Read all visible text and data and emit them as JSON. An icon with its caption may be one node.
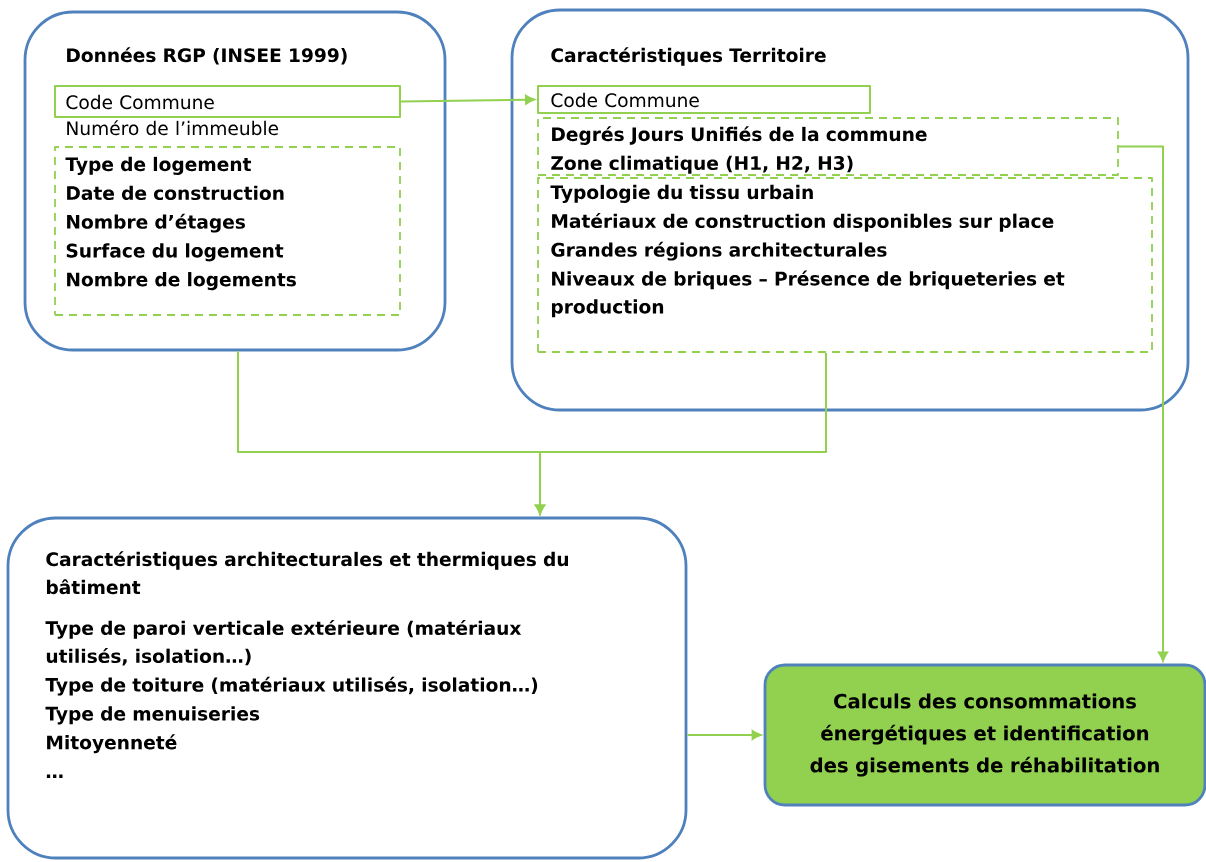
{
  "diagram": {
    "nodes": [
      {
        "text": [
          "Données RGP (INSEE 1999)",
          "Numéro de l’immeuble"
        ]
      },
      {
        "text": [
          "Code Commune"
        ],
        "in": 0
      },
      {
        "text": [
          "Type de logement",
          "Date de construction",
          "Nombre d’étages",
          "Surface du logement",
          "Nombre de logements"
        ],
        "in": 0
      },
      {
        "text": [
          "Caractéristiques Territoire"
        ]
      },
      {
        "text": [
          "Code Commune"
        ],
        "in": 3
      },
      {
        "text": [
          "Degrés Jours Unifiés de la commune",
          "Zone climatique (H1, H2, H3)"
        ],
        "in": 3
      },
      {
        "text": [
          "Typologie du tissu urbain",
          "Matériaux de construction disponibles sur place",
          "Grandes régions architecturales",
          "Niveaux de briques – Présence de briqueteries et production"
        ],
        "in": 3
      },
      {
        "text": [
          "Caractéristiques architecturales et thermiques du bâtiment",
          "Type de paroi verticale extérieure (matériaux utilisés, isolation…)",
          "Type de toiture (matériaux utilisés, isolation…)",
          "Type de menuiseries",
          "Mitoyenneté",
          "…"
        ]
      },
      {
        "text": [
          "Calculs des consommations énergétiques et identification des gisements de réhabilitation"
        ]
      }
    ],
    "edges": [
      {
        "from": 1,
        "to": 4,
        "arrow": "to"
      },
      {
        "from": 0,
        "to": 7,
        "arrow": "to"
      },
      {
        "from": 6,
        "to": 7,
        "arrow": "to"
      },
      {
        "from": 5,
        "to": 8,
        "arrow": "to"
      },
      {
        "from": 7,
        "to": 8,
        "arrow": "to"
      }
    ]
  }
}
